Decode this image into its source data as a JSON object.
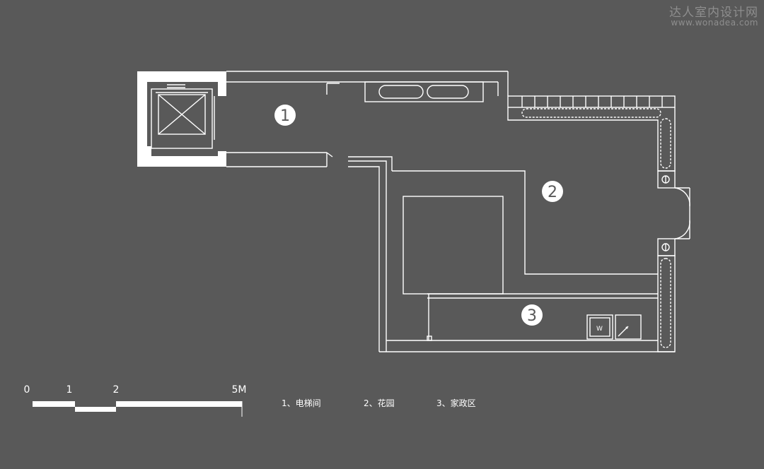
{
  "watermark": {
    "name": "达人室内设计网",
    "url": "www.wonadea.com"
  },
  "rooms": [
    {
      "number": "1",
      "name": "电梯间"
    },
    {
      "number": "2",
      "name": "花园"
    },
    {
      "number": "3",
      "name": "家政区"
    }
  ],
  "legend": [
    "1、电梯间",
    "2、花园",
    "3、家政区"
  ],
  "scale_bar": {
    "ticks": [
      "0",
      "1",
      "2",
      "5M"
    ]
  },
  "appliance_marks": {
    "washer": "W"
  },
  "colors": {
    "background": "#595959",
    "line": "#ffffff",
    "watermark": "#8e8e8e"
  }
}
